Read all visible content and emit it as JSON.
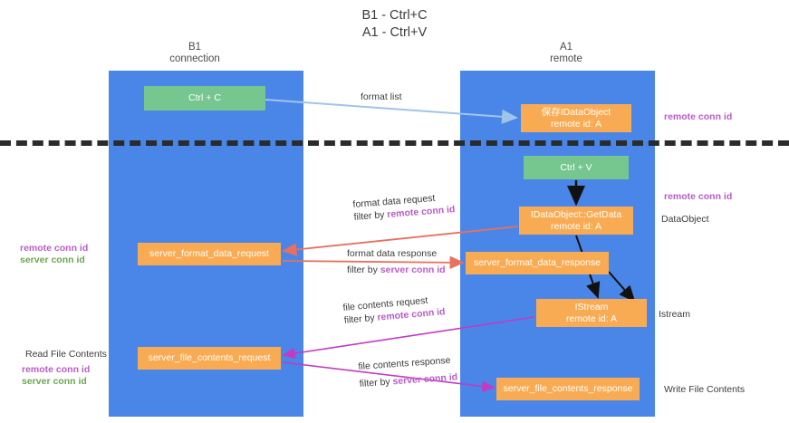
{
  "title": "B1 - Ctrl+C\nA1 - Ctrl+V",
  "columns": {
    "left": {
      "name": "B1",
      "role": "connection",
      "header": "B1\nconnection"
    },
    "right": {
      "name": "A1",
      "role": "remote",
      "header": "A1\nremote"
    }
  },
  "boxes": {
    "ctrl_c": {
      "label": "Ctrl + C",
      "color": "#76c68f",
      "lane": "B1"
    },
    "ctrl_v": {
      "label": "Ctrl + V",
      "color": "#76c68f",
      "lane": "A1"
    },
    "save_idataobject": {
      "line1": "保存IDataObject",
      "line2": "remote id: A",
      "color": "#f9ab53",
      "lane": "A1"
    },
    "getdata": {
      "line1": "IDataObject::GetData",
      "line2": "remote id: A",
      "color": "#f9ab53",
      "lane": "A1"
    },
    "server_format_data_request": {
      "label": "server_format_data_request",
      "color": "#f9ab53",
      "lane": "B1"
    },
    "server_format_data_response": {
      "label": "server_format_data_response",
      "color": "#f9ab53",
      "lane": "A1"
    },
    "istream": {
      "line1": "IStream",
      "line2": "remote id: A",
      "color": "#f9ab53",
      "lane": "A1"
    },
    "server_file_contents_request": {
      "label": "server_file_contents_request",
      "color": "#f9ab53",
      "lane": "B1"
    },
    "server_file_contents_response": {
      "label": "server_file_contents_response",
      "color": "#f9ab53",
      "lane": "A1"
    }
  },
  "edge_labels": {
    "format_list": {
      "text": "format list"
    },
    "format_data_request": {
      "line1": "format data request",
      "filter_prefix": "filter by ",
      "filter_id": "remote conn id"
    },
    "format_data_response": {
      "line1": "format data response",
      "filter_prefix": "filter by ",
      "filter_id": "server conn id"
    },
    "file_contents_request": {
      "line1": "file contents request",
      "filter_prefix": "filter by ",
      "filter_id": "remote conn id"
    },
    "file_contents_response": {
      "line1": "file contents response",
      "filter_prefix": "filter by ",
      "filter_id": "server conn id"
    }
  },
  "annotations": {
    "right": [
      {
        "text": "remote conn id",
        "style": "pink"
      },
      {
        "text": "remote conn id",
        "style": "pink"
      },
      {
        "text": "DataObject",
        "style": "grey"
      },
      {
        "text": "Istream",
        "style": "grey"
      },
      {
        "text": "Write File Contents",
        "style": "grey"
      }
    ],
    "left": {
      "ids_top": {
        "remote": "remote conn id",
        "server": "server conn id"
      },
      "read_file_contents": "Read File Contents",
      "ids_bottom": {
        "remote": "remote conn id",
        "server": "server conn id"
      }
    }
  },
  "colors": {
    "lane": "#4a86e8",
    "green_box": "#76c68f",
    "orange_box": "#f9ab53",
    "divider": "#2b2b2b",
    "pink": "#b95cc9",
    "green_text": "#6aa84f",
    "arrow_blue": "#9fc5e8",
    "arrow_red": "#e8705f",
    "arrow_black": "#000000",
    "arrow_magenta": "#c23bc2"
  }
}
